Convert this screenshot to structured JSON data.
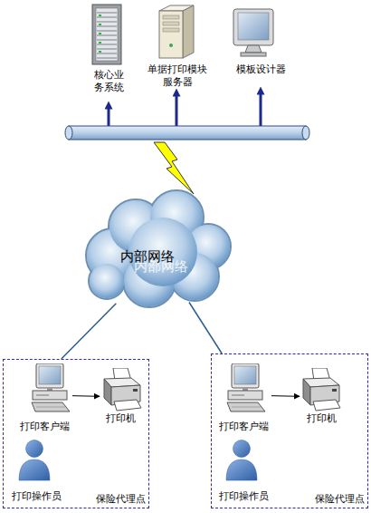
{
  "diagram": {
    "nodes": [
      {
        "text": [
          "核心业 务系统"
        ]
      },
      {
        "text": [
          "单据打印模块 服务器"
        ]
      },
      {
        "text": [
          "模板设计器"
        ]
      },
      {
        "text": [
          "内部网络"
        ]
      },
      {
        "text": [
          "保险代理点"
        ]
      },
      {
        "text": [
          "打印客户端"
        ],
        "in": 4
      },
      {
        "text": [
          "打印机"
        ],
        "in": 4
      },
      {
        "text": [
          "打印操作员"
        ],
        "in": 4
      },
      {
        "text": [
          "保险代理点"
        ]
      },
      {
        "text": [
          "打印客户端"
        ],
        "in": 8
      },
      {
        "text": [
          "打印机"
        ],
        "in": 8
      },
      {
        "text": [
          "打印操作员"
        ],
        "in": 8
      }
    ],
    "edges": [
      {
        "from": 3,
        "to": 4,
        "arrow": "none"
      },
      {
        "from": 3,
        "to": 8,
        "arrow": "none"
      },
      {
        "from": 5,
        "to": 6,
        "arrow": "to"
      },
      {
        "from": 9,
        "to": 10,
        "arrow": "to"
      }
    ],
    "labels": [
      "内部网络"
    ]
  }
}
